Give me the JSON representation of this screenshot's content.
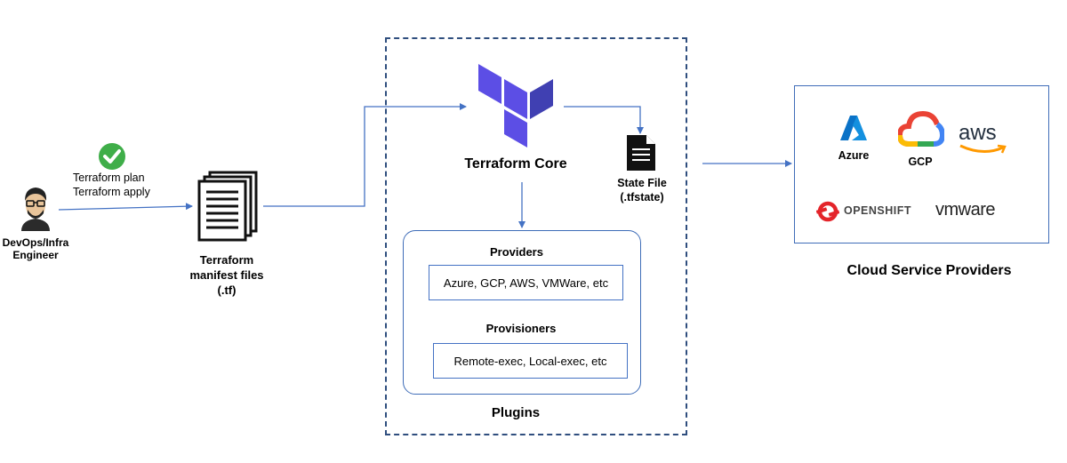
{
  "user": {
    "label_line1": "DevOps/Infra",
    "label_line2": "Engineer",
    "commands": [
      "Terraform plan",
      "Terraform apply"
    ]
  },
  "manifest": {
    "label_line1": "Terraform",
    "label_line2": "manifest files",
    "label_line3": "(.tf)"
  },
  "core": {
    "label": "Terraform Core"
  },
  "state_file": {
    "label_line1": "State File",
    "label_line2": "(.tfstate)"
  },
  "plugins": {
    "label": "Plugins",
    "providers": {
      "title": "Providers",
      "content": "Azure, GCP, AWS, VMWare, etc"
    },
    "provisioners": {
      "title": "Provisioners",
      "content": "Remote-exec, Local-exec, etc"
    }
  },
  "cloud": {
    "label": "Cloud Service Providers",
    "providers": [
      {
        "name": "Azure",
        "icon": "azure-logo"
      },
      {
        "name": "GCP",
        "icon": "gcp-logo"
      },
      {
        "name": "aws",
        "icon": "aws-logo"
      },
      {
        "name": "OPENSHIFT",
        "icon": "openshift-logo"
      },
      {
        "name": "vmware",
        "icon": "vmware-logo"
      }
    ]
  },
  "colors": {
    "connector": "#4472c4",
    "terraform_purple": "#5c4ee5",
    "terraform_dark": "#4040b2",
    "check_green": "#3fae49",
    "azure_blue": "#0a72c7",
    "aws_orange": "#ff9900",
    "openshift_red": "#e4242a"
  }
}
